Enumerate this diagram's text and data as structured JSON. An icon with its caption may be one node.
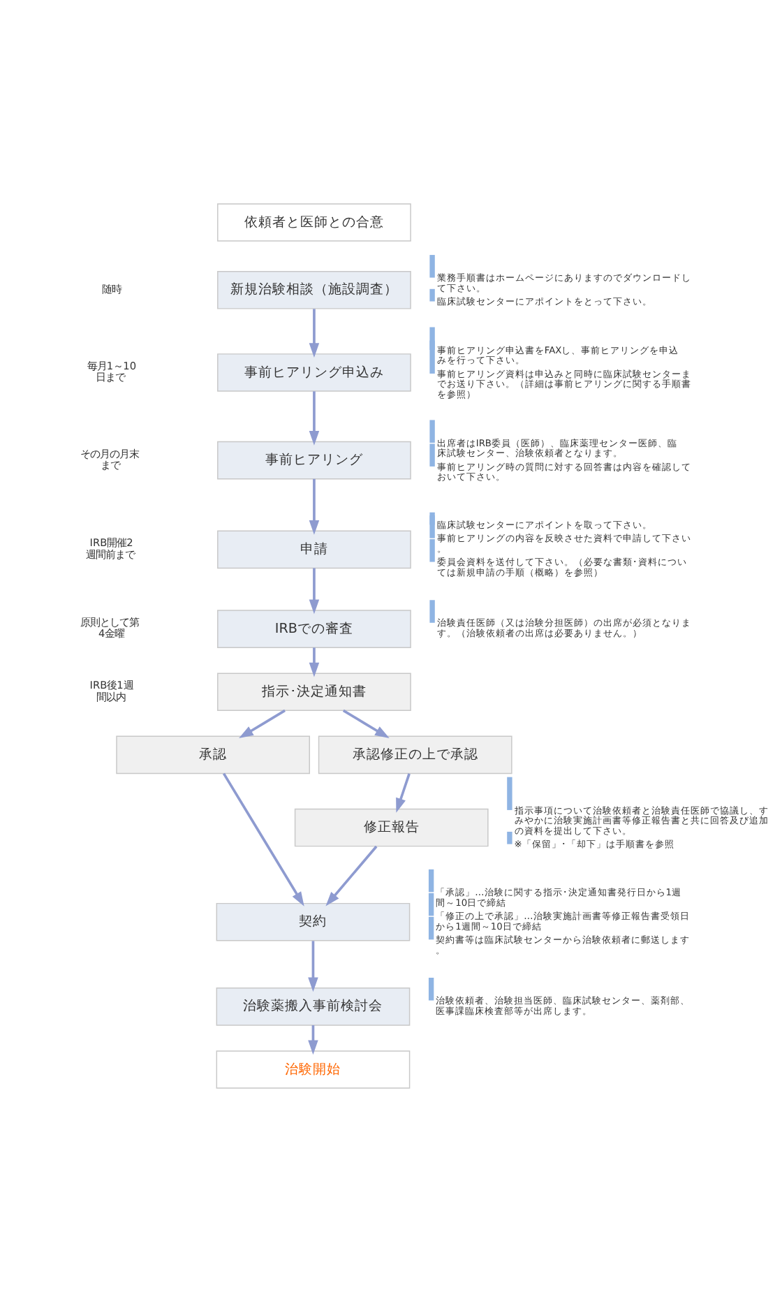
{
  "diagram": {
    "nodes": [
      {
        "text": [
          "依頼者と医師との合意"
        ]
      },
      {
        "text": [
          "新規治験相談（施設調査）"
        ],
        "beside": [
          "業務手順書はホームページにありますのでダウンロードして下さい。",
          "臨床試験センターにアポイントをとって下さい。"
        ]
      },
      {
        "text": [
          "事前ヒアリング申込み"
        ],
        "beside": [
          "事前ヒアリング申込書をFAXし、事前ヒアリングを申込みを行って下さい。",
          "事前ヒアリング資料は申込みと同時に臨床試験センターまでお送り下さい。（詳細は事前ヒアリングに関する手順書を参照）"
        ]
      },
      {
        "text": [
          "事前ヒアリング"
        ],
        "beside": [
          "出席者はIRB委員（医師）、臨床薬理センター医師、臨床試験センター、治験依頼者となります。",
          "事前ヒアリング時の質問に対する回答書は内容を確認しておいて下さい。"
        ]
      },
      {
        "text": [
          "申請"
        ],
        "beside": [
          "臨床試験センターにアポイントを取って下さい。",
          "事前ヒアリングの内容を反映させた資料で申請して下さい。",
          "委員会資料を送付して下さい。（必要な書類･資料については新規申請の手順（概略）を参照）"
        ]
      },
      {
        "text": [
          "IRBでの審査"
        ],
        "beside": [
          "治験責任医師（又は治験分担医師）の出席が必須となります。（治験依頼者の出席は必要ありません。）"
        ]
      },
      {
        "text": [
          "指示･決定通知書"
        ]
      },
      {
        "text": [
          "承認"
        ]
      },
      {
        "text": [
          "承認修正の上で承認"
        ]
      },
      {
        "text": [
          "修正報告"
        ],
        "beside": [
          "指示事項について治験依頼者と治験責任医師で協議し、すみやかに治験実施計画書等修正報告書と共に回答及び追加の資料を提出して下さい。",
          "※「保留」･「却下」は手順書を参照"
        ]
      },
      {
        "text": [
          "契約"
        ],
        "beside": [
          "「承認」…治験に関する指示･決定通知書発行日から1週間～10日で締結",
          "「修正の上で承認」…治験実施計画書等修正報告書受領日から1週間～10日で締結",
          "契約書等は臨床試験センターから治験依頼者に郵送します。"
        ]
      },
      {
        "text": [
          "治験薬搬入事前検討会"
        ],
        "beside": [
          "治験依頼者、治験担当医師、臨床試験センター、薬剤部、医事課臨床検査部等が出席します。"
        ]
      },
      {
        "text": [
          "治験開始"
        ]
      }
    ],
    "edges": [
      {
        "from": 1,
        "to": 2,
        "arrow": "to"
      },
      {
        "from": 2,
        "to": 3,
        "arrow": "to"
      },
      {
        "from": 3,
        "to": 4,
        "arrow": "to"
      },
      {
        "from": 4,
        "to": 5,
        "arrow": "to"
      },
      {
        "from": 5,
        "to": 6,
        "arrow": "to"
      },
      {
        "from": 6,
        "to": 7,
        "arrow": "to"
      },
      {
        "from": 6,
        "to": 8,
        "arrow": "to"
      },
      {
        "from": 8,
        "to": 9,
        "arrow": "to"
      },
      {
        "from": 7,
        "to": 10,
        "arrow": "to"
      },
      {
        "from": 9,
        "to": 10,
        "arrow": "to"
      },
      {
        "from": 10,
        "to": 11,
        "arrow": "to"
      },
      {
        "from": 11,
        "to": 12,
        "arrow": "to"
      }
    ],
    "labels": [
      "随時",
      "毎月1～10日まで",
      "その月の月末まで",
      "IRB開催2週間前まで",
      "原則として第4金曜",
      "IRB後1週間以内"
    ]
  }
}
